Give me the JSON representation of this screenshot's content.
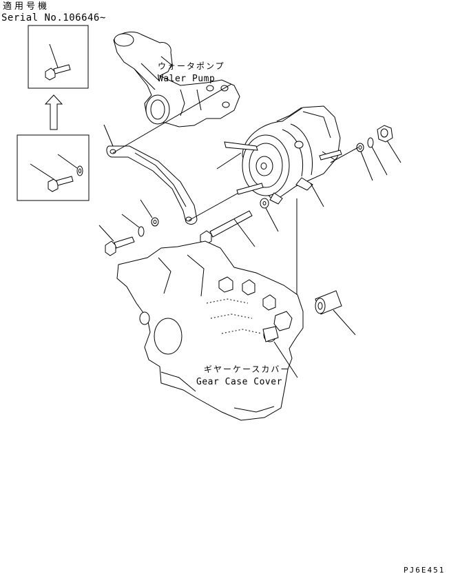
{
  "header": {
    "applicable_label": "適用号機",
    "serial_label": "Serial No.106646~"
  },
  "callouts": {
    "water_pump_jp": "ウォータポンプ",
    "water_pump_en": "Waler Pump",
    "gear_case_jp": "ギヤーケースカバー",
    "gear_case_en": "Gear Case Cover"
  },
  "footer": {
    "drawing_code": "PJ6E451"
  }
}
